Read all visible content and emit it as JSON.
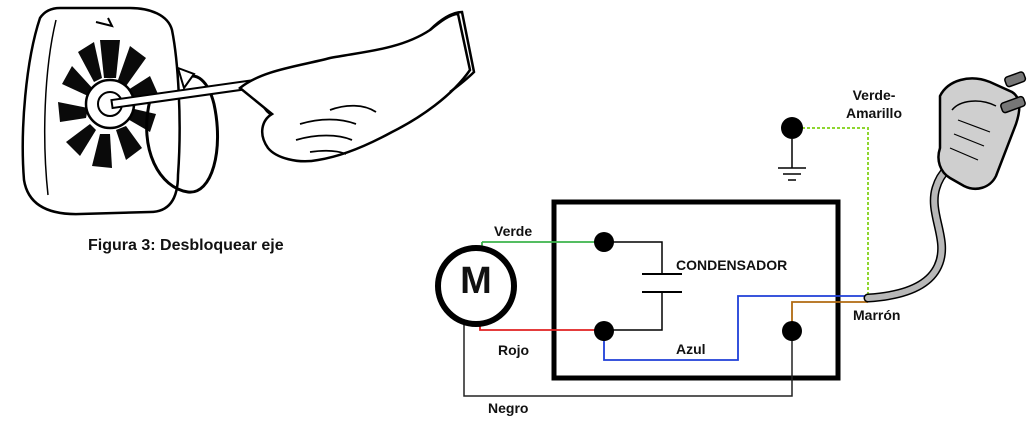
{
  "figure": {
    "caption": "Figura 3: Desbloquear eje"
  },
  "diagram": {
    "motor_symbol": "M",
    "capacitor_label": "CONDENSADOR",
    "wires": {
      "green": "Verde",
      "red": "Rojo",
      "black": "Negro",
      "blue": "Azul",
      "brown": "Marrón",
      "ground_line1": "Verde-",
      "ground_line2": "Amarillo"
    },
    "colors": {
      "green": "#3cb44b",
      "red": "#e02020",
      "blue": "#1f3fd8",
      "brown": "#b06a10",
      "yellow_green": "#8fd630",
      "outline": "#000000",
      "cable": "#a8a8a8"
    }
  }
}
